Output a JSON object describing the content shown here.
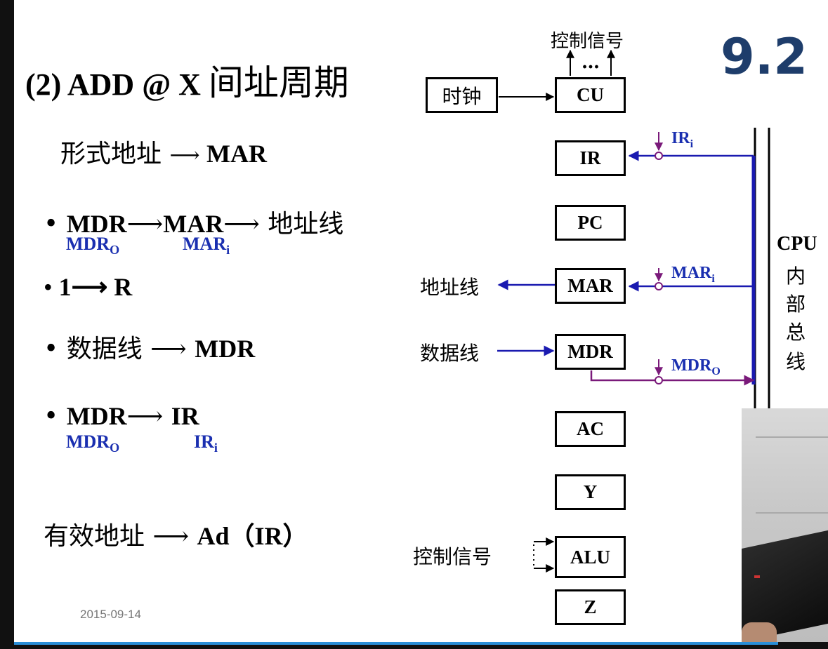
{
  "header": {
    "title_prefix": "(2) ADD @ X",
    "title_cn": "间址周期",
    "section_number": "9.2"
  },
  "steps": {
    "formal_addr": "形式地址",
    "formal_dest": "MAR",
    "s1_bullet": "•",
    "s1_a": "MDR",
    "s1_b": "MAR",
    "s1_c": "地址线",
    "s1_sig_a": "MDR",
    "s1_sig_a_sub": "O",
    "s1_sig_b": "MAR",
    "s1_sig_b_sub": "i",
    "s2_bullet": "•",
    "s2_a": "1",
    "s2_b": "R",
    "s3_bullet": "•",
    "s3_a": "数据线",
    "s3_b": "MDR",
    "s4_bullet": "•",
    "s4_a": "MDR",
    "s4_b": "IR",
    "s4_sig_a": "MDR",
    "s4_sig_a_sub": "O",
    "s4_sig_b": "IR",
    "s4_sig_b_sub": "i",
    "eff_addr": "有效地址",
    "eff_dest": "Ad（IR）"
  },
  "diagram": {
    "top_control": "控制信号",
    "dots": "…",
    "clock": "时钟",
    "registers": {
      "cu": "CU",
      "ir": "IR",
      "pc": "PC",
      "mar": "MAR",
      "mdr": "MDR",
      "ac": "AC",
      "y": "Y",
      "alu": "ALU",
      "z": "Z"
    },
    "signals": {
      "ir_i": "IR",
      "ir_i_sub": "i",
      "mar_i": "MAR",
      "mar_i_sub": "i",
      "mdr_o": "MDR",
      "mdr_o_sub": "O"
    },
    "addr_line": "地址线",
    "data_line": "数据线",
    "alu_control": "控制信号",
    "bus_label_a": "CPU",
    "bus_label_chars": [
      "内",
      "部",
      "总",
      "线"
    ],
    "colors": {
      "bus_blue": "#1a1ab0",
      "signal_purple": "#7a1a7a",
      "label_blue": "#1a2fb0"
    }
  },
  "footer": {
    "date": "2015-09-14"
  }
}
